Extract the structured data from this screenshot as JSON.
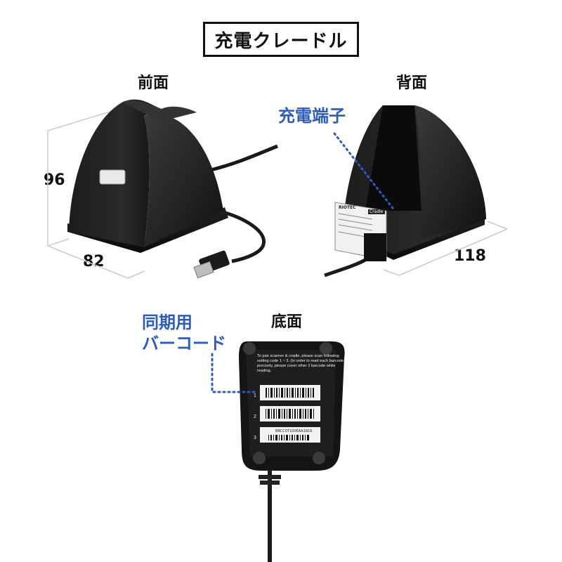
{
  "title": "充電クレードル",
  "views": {
    "front": "前面",
    "back": "背面",
    "bottom": "底面"
  },
  "callouts": {
    "charging_terminal": "充電端子",
    "sync_barcode_line1": "同期用",
    "sync_barcode_line2": "バーコード"
  },
  "dimensions": {
    "height": "96",
    "depth": "82",
    "width": "118"
  },
  "bottom_label": {
    "instructions": "To pair scanner & cradle, please scan following setting code 1 ~ 3. (In order to read each barcode precisely, please cover other 2 barcode while reading.",
    "barcode_numbers": [
      "1",
      "2",
      "3"
    ],
    "barcode3_text": "BBCC0T100EAA1816"
  },
  "back_label": {
    "brand": "RIOTEC",
    "tag": "Cradle"
  },
  "colors": {
    "callout_blue": "#2a5dbf",
    "device_black": "#151515",
    "dimension_line": "#cccccc"
  }
}
